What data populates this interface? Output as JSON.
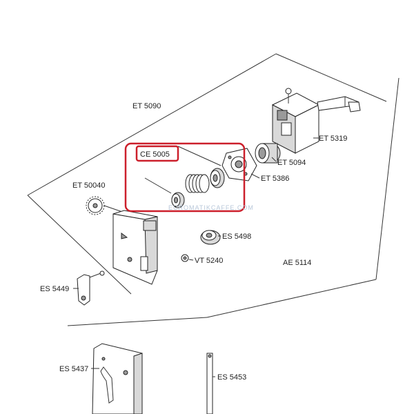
{
  "diagram": {
    "labels": {
      "et5090": "ET 5090",
      "et5319": "ET 5319",
      "ce5005": "CE 5005",
      "et5094": "ET 5094",
      "et5386": "ET 5386",
      "et50040": "ET 50040",
      "es5498": "ES 5498",
      "vt5240": "VT 5240",
      "ae5114": "AE 5114",
      "es5449": "ES 5449",
      "es5437": "ES 5437",
      "es5453": "ES 5453"
    },
    "watermark": "EUROMATIKCAFFE.COM",
    "colors": {
      "highlight": "#cc1f2b",
      "line": "#333333",
      "watermark": "#b9c8da"
    }
  }
}
